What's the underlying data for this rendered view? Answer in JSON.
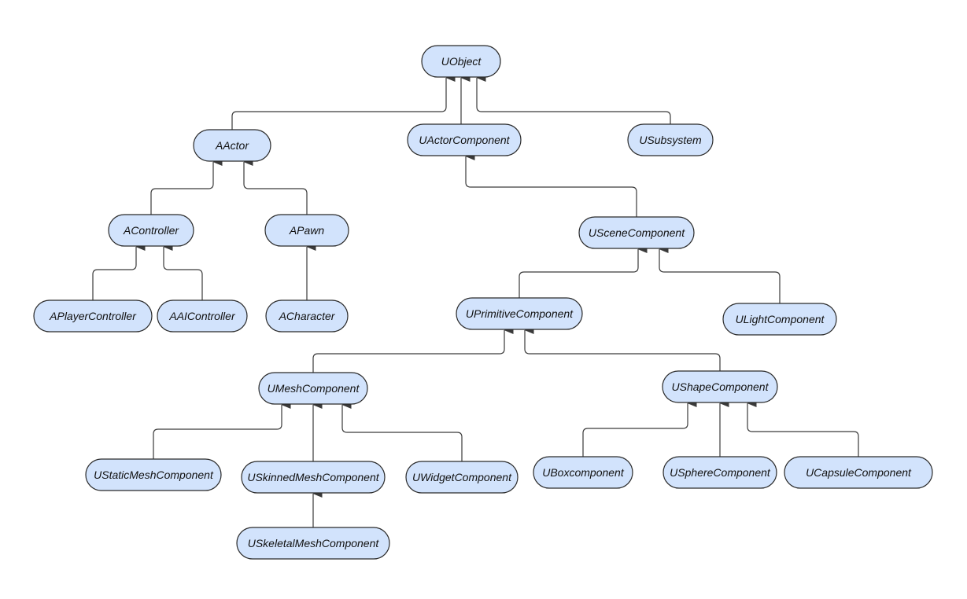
{
  "diagram": {
    "nodes": [
      {
        "id": "uobject",
        "label": "UObject"
      },
      {
        "id": "aactor",
        "label": "AActor"
      },
      {
        "id": "uactorcomponent",
        "label": "UActorComponent"
      },
      {
        "id": "usubsystem",
        "label": "USubsystem"
      },
      {
        "id": "acontroller",
        "label": "AController"
      },
      {
        "id": "apawn",
        "label": "APawn"
      },
      {
        "id": "uscenecomponent",
        "label": "USceneComponent"
      },
      {
        "id": "aplayercontroller",
        "label": "APlayerController"
      },
      {
        "id": "aaicontroller",
        "label": "AAIController"
      },
      {
        "id": "acharacter",
        "label": "ACharacter"
      },
      {
        "id": "uprimitivecomponent",
        "label": "UPrimitiveComponent"
      },
      {
        "id": "ulightcomponent",
        "label": "ULightComponent"
      },
      {
        "id": "umeshcomponent",
        "label": "UMeshComponent"
      },
      {
        "id": "ushapecomponent",
        "label": "UShapeComponent"
      },
      {
        "id": "ustaticmeshcomponent",
        "label": "UStaticMeshComponent"
      },
      {
        "id": "uskinnedmeshcomponent",
        "label": "USkinnedMeshComponent"
      },
      {
        "id": "uwidgetcomponent",
        "label": "UWidgetComponent"
      },
      {
        "id": "uboxcomponent",
        "label": "UBoxcomponent"
      },
      {
        "id": "uspherecomponent",
        "label": "USphereComponent"
      },
      {
        "id": "ucapsulecomponent",
        "label": "UCapsuleComponent"
      },
      {
        "id": "uskeletalmeshcomponent",
        "label": "USkeletalMeshComponent"
      }
    ],
    "edges": [
      {
        "from": "aactor",
        "to": "uobject"
      },
      {
        "from": "uactorcomponent",
        "to": "uobject"
      },
      {
        "from": "usubsystem",
        "to": "uobject"
      },
      {
        "from": "acontroller",
        "to": "aactor"
      },
      {
        "from": "apawn",
        "to": "aactor"
      },
      {
        "from": "uscenecomponent",
        "to": "uactorcomponent"
      },
      {
        "from": "aplayercontroller",
        "to": "acontroller"
      },
      {
        "from": "aaicontroller",
        "to": "acontroller"
      },
      {
        "from": "acharacter",
        "to": "apawn"
      },
      {
        "from": "uprimitivecomponent",
        "to": "uscenecomponent"
      },
      {
        "from": "ulightcomponent",
        "to": "uscenecomponent"
      },
      {
        "from": "umeshcomponent",
        "to": "uprimitivecomponent"
      },
      {
        "from": "ushapecomponent",
        "to": "uprimitivecomponent"
      },
      {
        "from": "ustaticmeshcomponent",
        "to": "umeshcomponent"
      },
      {
        "from": "uskinnedmeshcomponent",
        "to": "umeshcomponent"
      },
      {
        "from": "uwidgetcomponent",
        "to": "umeshcomponent"
      },
      {
        "from": "uboxcomponent",
        "to": "ushapecomponent"
      },
      {
        "from": "uspherecomponent",
        "to": "ushapecomponent"
      },
      {
        "from": "ucapsulecomponent",
        "to": "ushapecomponent"
      },
      {
        "from": "uskeletalmeshcomponent",
        "to": "uskinnedmeshcomponent"
      }
    ]
  },
  "colors": {
    "node_fill": "#d2e3fc",
    "node_stroke": "#2a2a2a",
    "edge": "#3a3a3a"
  }
}
